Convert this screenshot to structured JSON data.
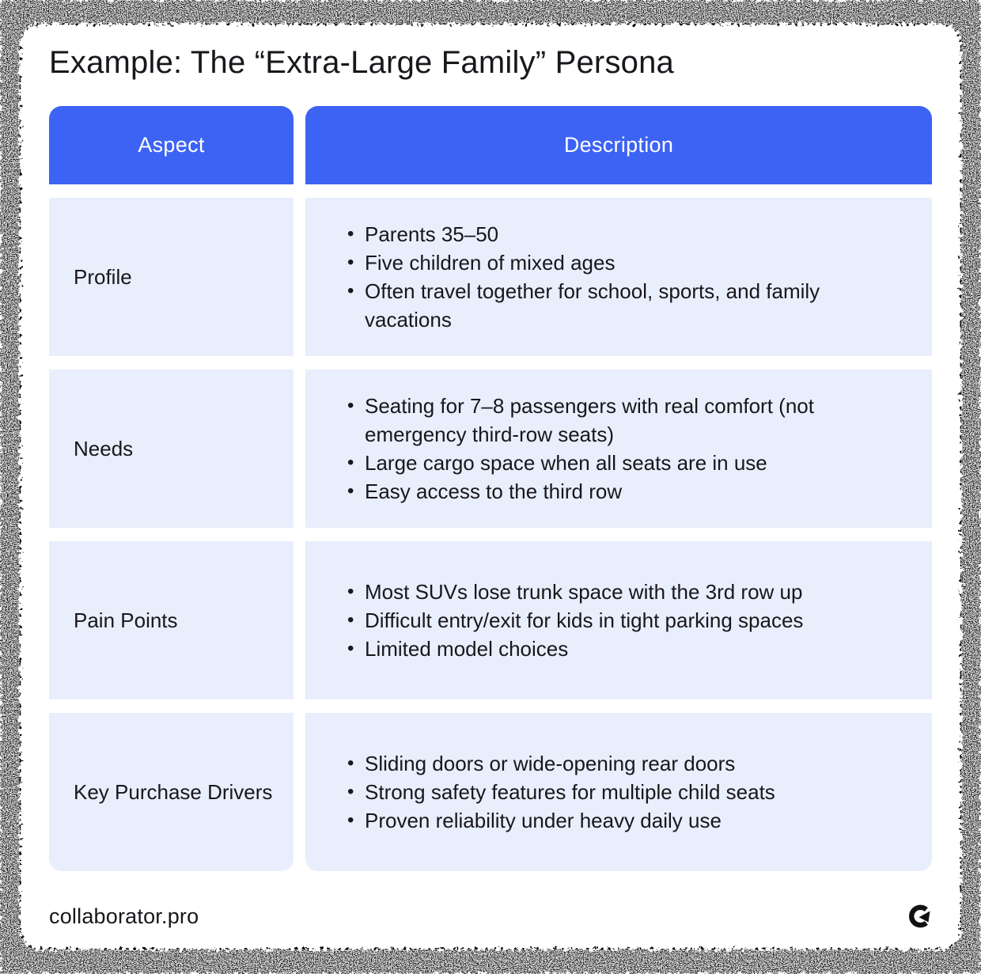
{
  "page": {
    "title": "Example: The “Extra-Large Family” Persona"
  },
  "table": {
    "headers": [
      {
        "label": "Aspect"
      },
      {
        "label": "Description"
      }
    ],
    "rows": [
      {
        "aspect": "Profile",
        "items": [
          "Parents 35–50",
          "Five children of mixed ages",
          "Often travel together for school, sports, and family vacations"
        ]
      },
      {
        "aspect": "Needs",
        "items": [
          "Seating for 7–8 passengers with real comfort (not emergency third-row seats)",
          "Large cargo space when all seats are in use",
          "Easy access to the third row"
        ]
      },
      {
        "aspect": "Pain Points",
        "items": [
          "Most SUVs lose trunk space with the 3rd row up",
          "Difficult entry/exit for kids in tight parking spaces",
          "Limited model choices"
        ]
      },
      {
        "aspect": "Key Purchase Drivers",
        "items": [
          "Sliding doors or wide-opening rear doors",
          "Strong safety features for multiple child seats",
          "Proven reliability under heavy daily use"
        ]
      }
    ]
  },
  "footer": {
    "brand": "collaborator.pro",
    "logo_icon": "collaborator-logo-icon"
  },
  "colors": {
    "header_bg": "#3c63f4",
    "cell_bg": "#e9eefc",
    "header_text": "#ffffff",
    "body_text": "#17171c",
    "frame": "#0a0a0a"
  }
}
